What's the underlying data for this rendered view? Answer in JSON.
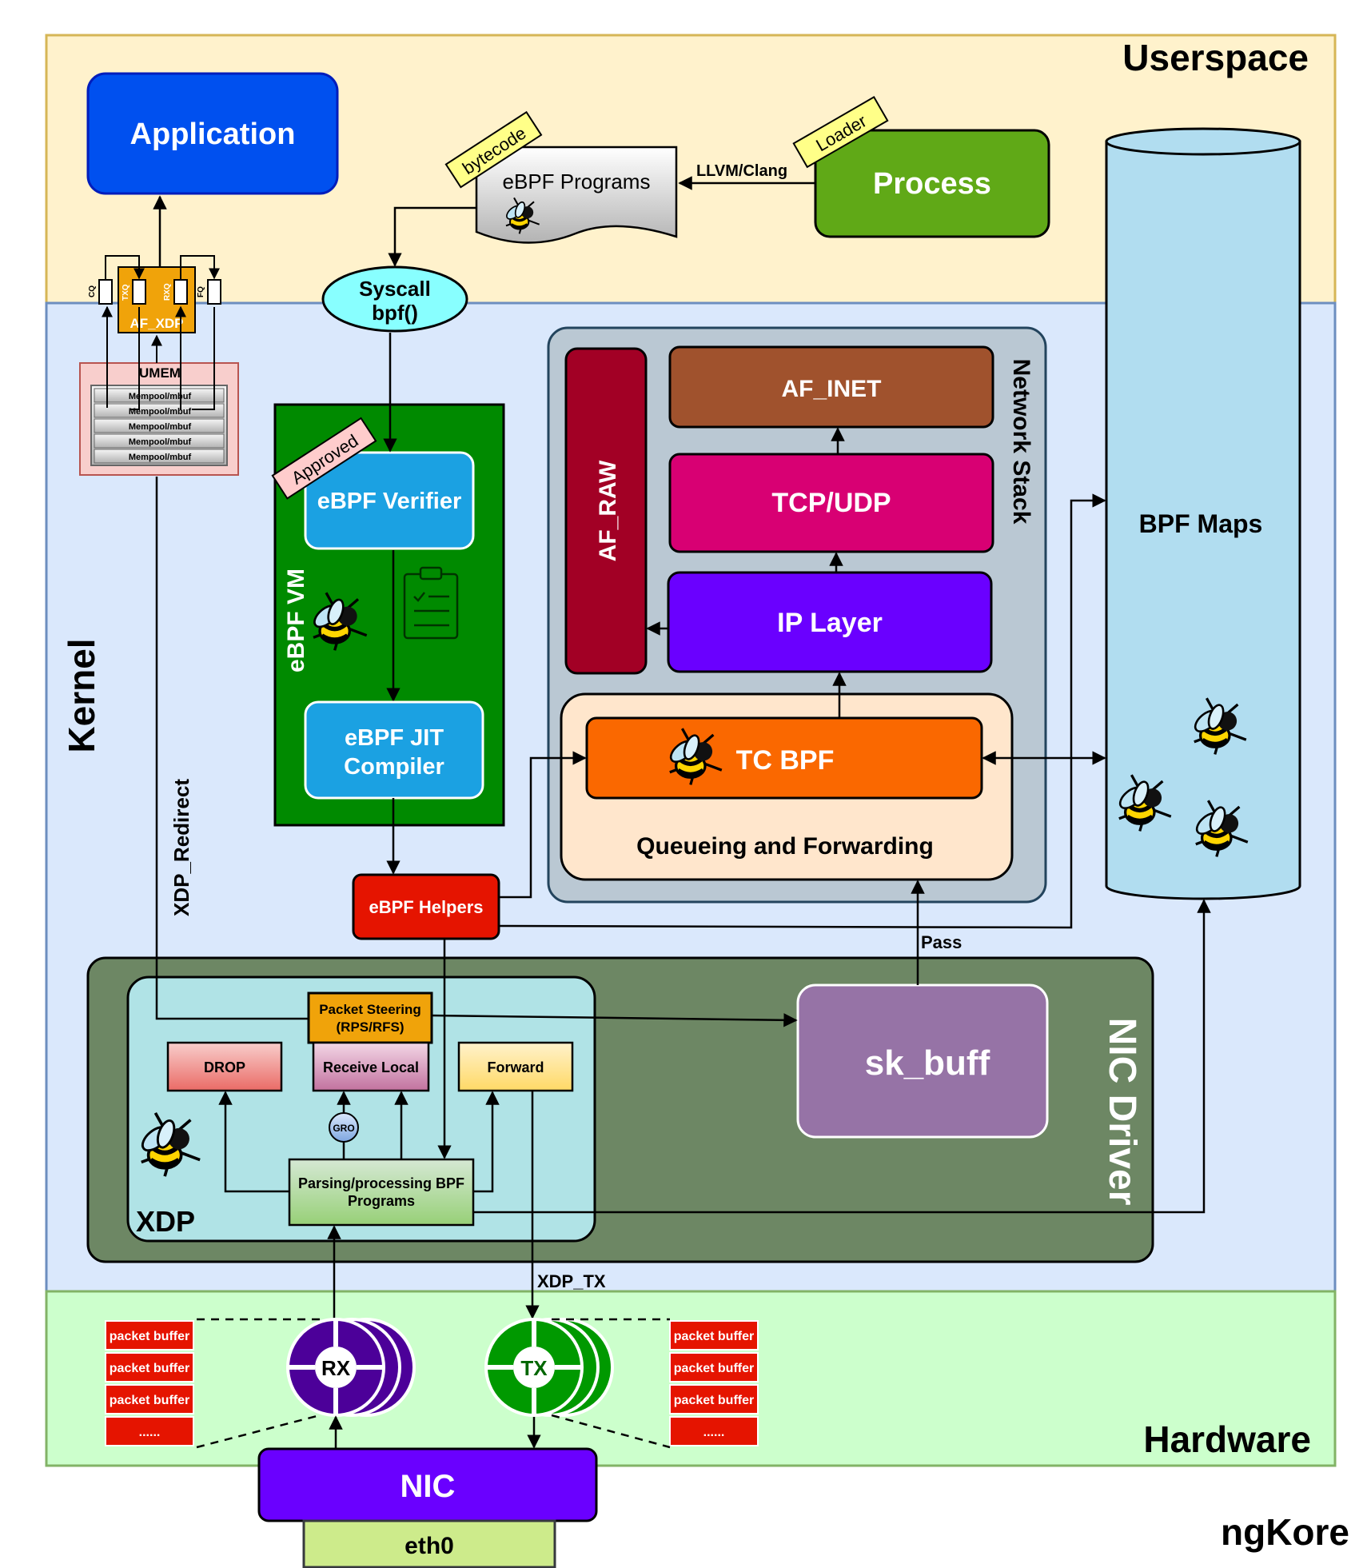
{
  "regions": {
    "userspace": "Userspace",
    "kernel": "Kernel",
    "hardware": "Hardware",
    "nic_driver": "NIC Driver",
    "network_stack": "Network Stack",
    "xdp": "XDP",
    "ebpf_vm": "eBPF VM"
  },
  "nodes": {
    "application": "Application",
    "ebpf_programs": "eBPF Programs",
    "process": "Process",
    "bpf_maps": "BPF Maps",
    "syscall_line1": "Syscall",
    "syscall_line2": "bpf()",
    "ebpf_verifier": "eBPF Verifier",
    "jit_line1": "eBPF JIT",
    "jit_line2": "Compiler",
    "ebpf_helpers": "eBPF Helpers",
    "af_raw": "AF_RAW",
    "af_inet": "AF_INET",
    "tcp_udp": "TCP/UDP",
    "ip_layer": "IP Layer",
    "tc_bpf": "TC BPF",
    "queueing": "Queueing and Forwarding",
    "sk_buff": "sk_buff",
    "packet_steering_line1": "Packet Steering",
    "packet_steering_line2": "(RPS/RFS)",
    "drop": "DROP",
    "receive_local": "Receive Local",
    "forward": "Forward",
    "gro": "GRO",
    "parsing_line1": "Parsing/processing BPF",
    "parsing_line2": "Programs",
    "rx": "RX",
    "tx": "TX",
    "nic": "NIC",
    "eth0": "eth0",
    "af_xdp": "AF_XDP",
    "umem": "UMEM",
    "mempool": [
      "Mempool/mbuf",
      "Mempool/mbuf",
      "Mempool/mbuf",
      "Mempool/mbuf",
      "Mempool/mbuf"
    ],
    "queues": {
      "cq": "CQ",
      "txq": "TXQ",
      "rxq": "RXQ",
      "fq": "FQ"
    },
    "rx_buffers": [
      "packet buffer",
      "packet buffer",
      "packet buffer",
      "......"
    ],
    "tx_buffers": [
      "packet buffer",
      "packet buffer",
      "packet buffer",
      "......"
    ]
  },
  "tags": {
    "bytecode": "bytecode",
    "loader": "Loader",
    "approved": "Approved"
  },
  "edges": {
    "llvm_clang": "LLVM/Clang",
    "xdp_redirect": "XDP_Redirect",
    "pass": "Pass",
    "xdp_tx": "XDP_TX"
  },
  "brand": "ngKore",
  "colors": {
    "userspace_bg": "#fff2cc",
    "kernel_bg": "#dae8fc",
    "hardware_bg": "#ccffcc",
    "application": "#0050ef",
    "process": "#60a917",
    "bpf_maps": "#b1ddf0",
    "ebpf_vm": "#008a00",
    "verifier": "#1ba1e2",
    "helpers": "#e51400",
    "af_raw": "#a20025",
    "af_inet": "#a0522d",
    "tcp_udp": "#d80073",
    "ip_layer": "#6a00ff",
    "tc_bpf": "#fa6800",
    "queueing": "#ffe6cc",
    "network_stack": "#bac8d3",
    "nic_driver": "#6d8764",
    "xdp": "#b0e3e6",
    "sk_buff": "#9673a6",
    "nic": "#6a00ff",
    "eth0": "#cdeb8b",
    "rx_ring": "#4c0099",
    "tx_ring": "#009900",
    "packet_buffer": "#e51400"
  },
  "icons": [
    "bee-icon",
    "clipboard-icon"
  ]
}
